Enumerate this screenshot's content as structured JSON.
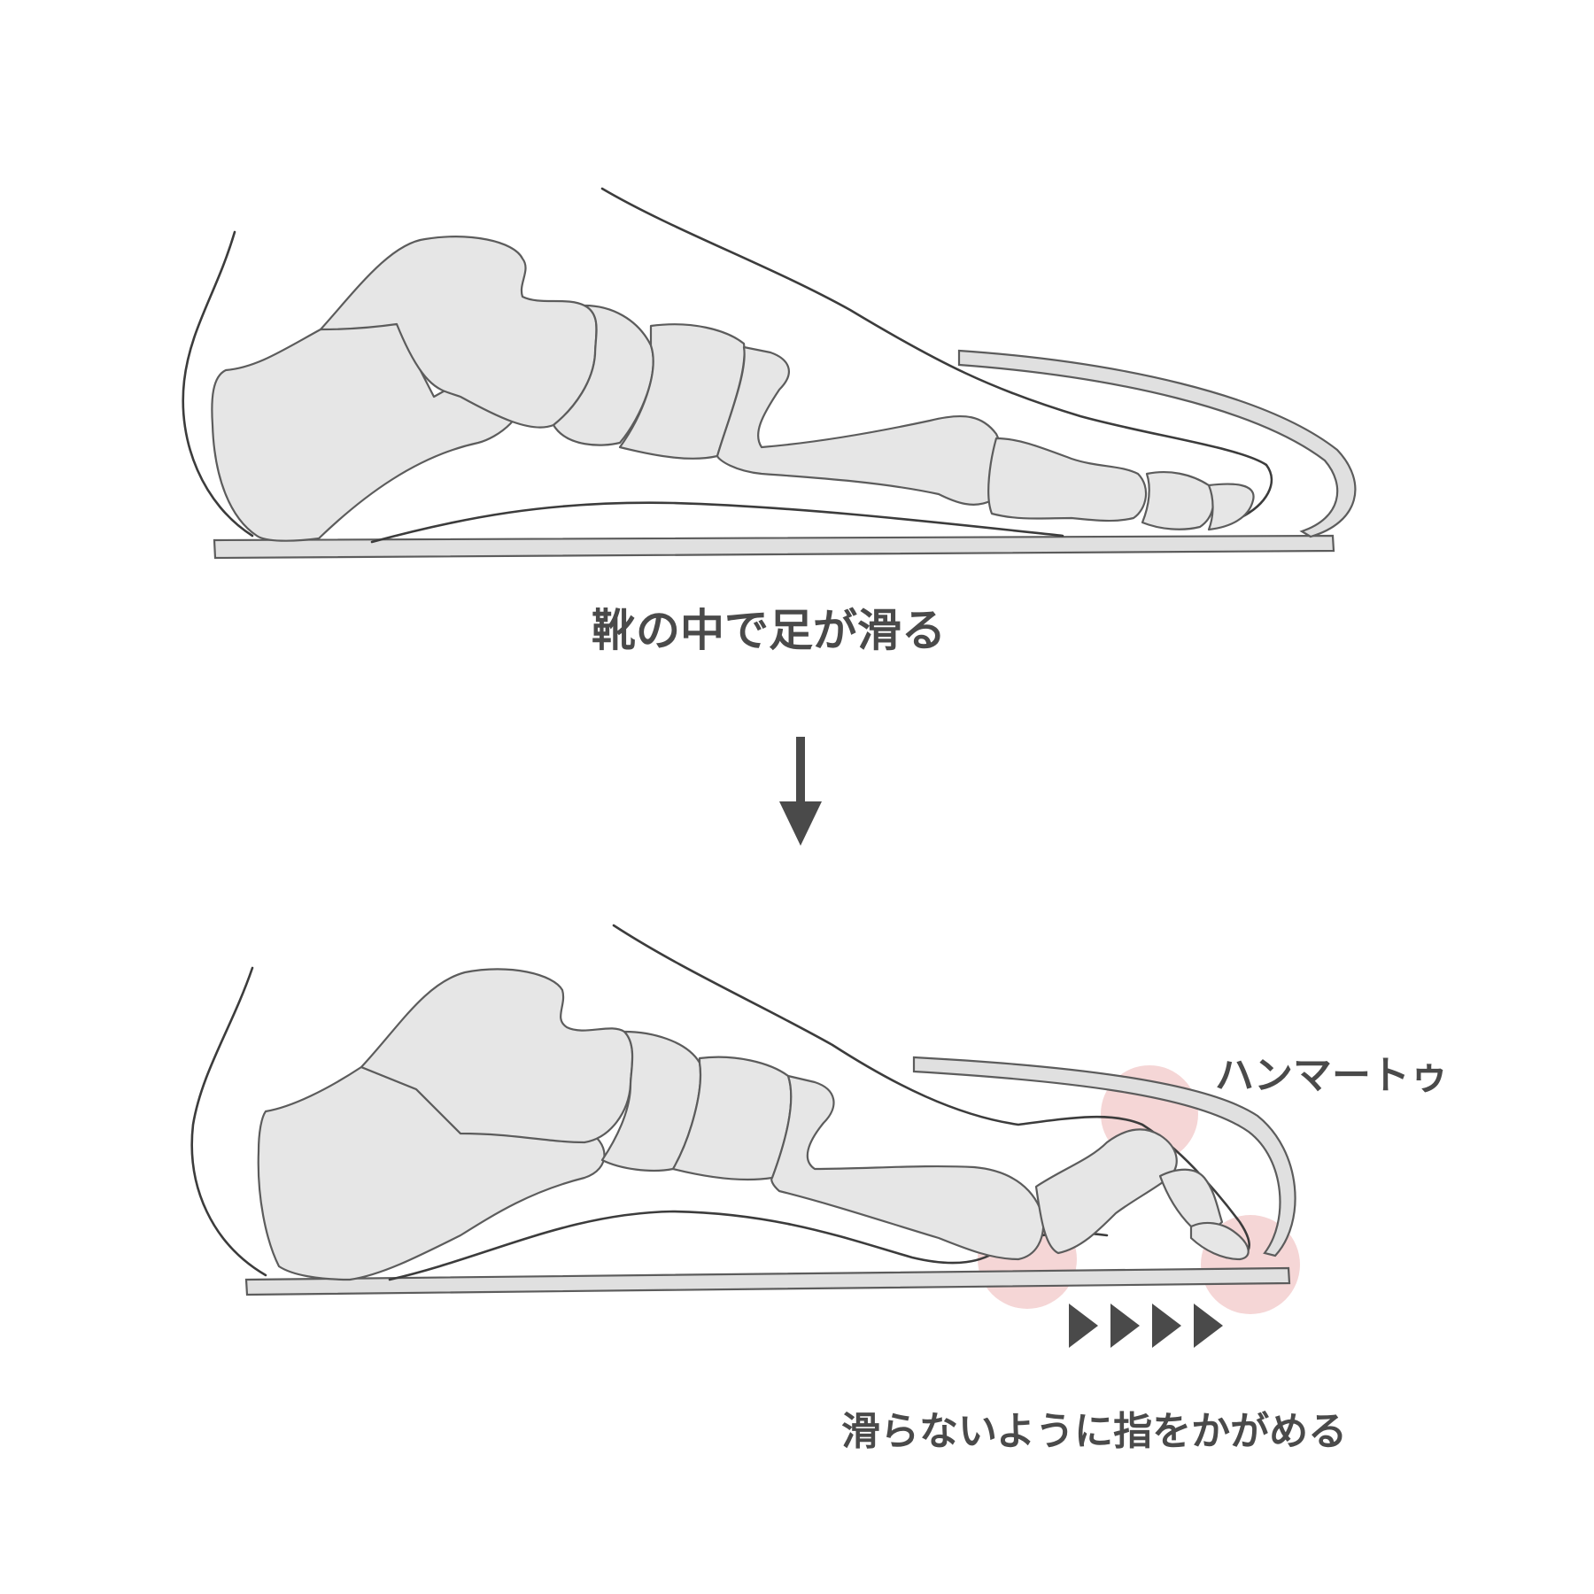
{
  "top_panel": {
    "caption": "靴の中で足が滑る"
  },
  "transition_arrow": {
    "icon": "down-arrow-icon"
  },
  "bottom_panel": {
    "callout_label": "ハンマートゥ",
    "caption": "滑らないように指をかがめる",
    "slide_arrows": {
      "icon": "right-triangle-icon",
      "count": 4
    }
  },
  "colors": {
    "bone_fill": "#e6e6e6",
    "outline": "#5c5c5c",
    "text": "#4a4a4a",
    "highlight": "#f2c8c8"
  }
}
